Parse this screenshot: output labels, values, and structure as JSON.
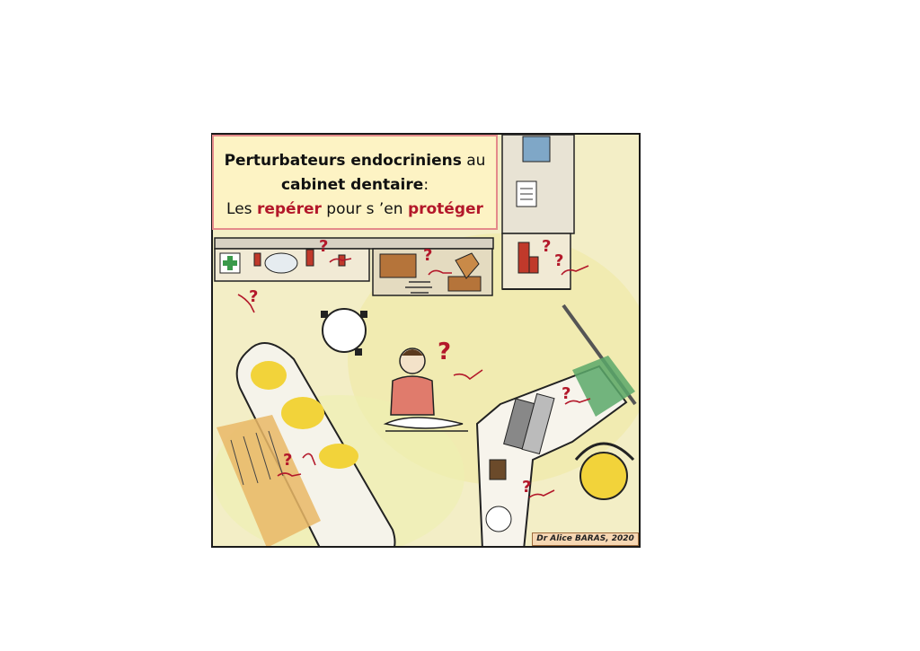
{
  "title": {
    "line1_bold": "Perturbateurs endocriniens",
    "line1_rest": "au",
    "line2_bold": "cabinet dentaire",
    "line2_rest": ":",
    "line3_a": "Les",
    "line3_red1": "repérer",
    "line3_b": "pour s ’en",
    "line3_red2": "protéger"
  },
  "credit": "Dr Alice BARAS, 2020",
  "icons": {
    "question_mark": "?",
    "marker_icon": "pointing-hand-icon"
  },
  "colors": {
    "frame_background": "#f3eec6",
    "title_box_fill": "#fdf3c4",
    "title_box_border": "#e58a8a",
    "accent_red": "#b3182a",
    "chair_yellow": "#f2d33a",
    "desk_green": "#5aa86a"
  }
}
